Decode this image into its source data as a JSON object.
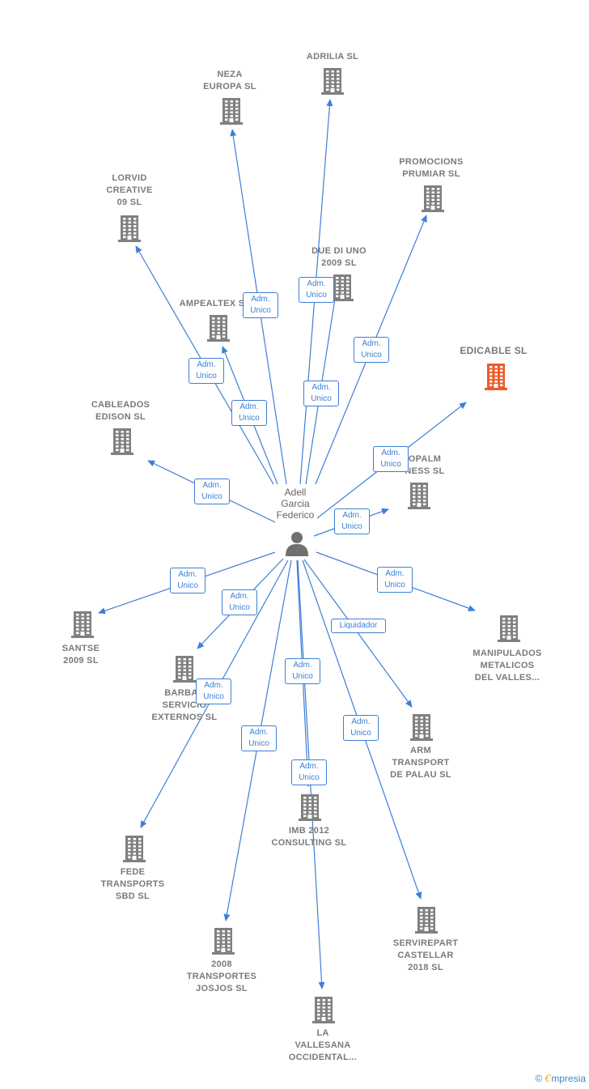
{
  "person": {
    "name": "Adell\nGarcia\nFederico"
  },
  "colors": {
    "edge": "#3c7fd6",
    "building": "#808080",
    "highlight": "#f05a28"
  },
  "companies": [
    {
      "id": "adrilia",
      "label": "ADRILIA SL"
    },
    {
      "id": "neza",
      "label": "NEZA\nEUROPA SL"
    },
    {
      "id": "promocions",
      "label": "PROMOCIONS\nPRUMIAR SL"
    },
    {
      "id": "lorvid",
      "label": "LORVID\nCREATIVE\n09 SL"
    },
    {
      "id": "duediuno",
      "label": "DUE DI UNO\n2009 SL"
    },
    {
      "id": "ampealtex",
      "label": "AMPEALTEX S"
    },
    {
      "id": "edicable",
      "label": "EDICABLE  SL",
      "highlight": true
    },
    {
      "id": "cableados",
      "label": "CABLEADOS\nEDISON SL"
    },
    {
      "id": "opalm",
      "label": "OPALM\nNESS SL"
    },
    {
      "id": "santse",
      "label": "SANTSE\n2009 SL"
    },
    {
      "id": "manipulados",
      "label": "MANIPULADOS\nMETALICOS\nDEL VALLES..."
    },
    {
      "id": "barbara",
      "label": "BARBAR\nSERVICIO\nEXTERNOS SL"
    },
    {
      "id": "arm",
      "label": "ARM\nTRANSPORT\nDE PALAU SL"
    },
    {
      "id": "fede",
      "label": "FEDE\nTRANSPORTS\nSBD  SL"
    },
    {
      "id": "imb",
      "label": "IMB 2012\nCONSULTING SL"
    },
    {
      "id": "servirepart",
      "label": "SERVIREPART\nCASTELLAR\n2018  SL"
    },
    {
      "id": "transportes2008",
      "label": "2008\nTRANSPORTES\nJOSJOS SL"
    },
    {
      "id": "vallesana",
      "label": "LA\nVALLESANA\nOCCIDENTAL..."
    }
  ],
  "relations": [
    {
      "id": "r-adrilia",
      "label": "Adm.\nUnico"
    },
    {
      "id": "r-neza",
      "label": "Adm.\nUnico"
    },
    {
      "id": "r-promocions",
      "label": "Adm.\nUnico"
    },
    {
      "id": "r-lorvid",
      "label": "Adm.\nUnico"
    },
    {
      "id": "r-duediuno",
      "label": "Adm.\nUnico"
    },
    {
      "id": "r-ampealtex",
      "label": "Adm.\nUnico"
    },
    {
      "id": "r-edicable",
      "label": "Adm.\nUnico"
    },
    {
      "id": "r-cableados",
      "label": "Adm.\nUnico"
    },
    {
      "id": "r-opalm",
      "label": "Adm.\nUnico"
    },
    {
      "id": "r-santse",
      "label": "Adm.\nUnico"
    },
    {
      "id": "r-manipulados",
      "label": "Adm.\nUnico"
    },
    {
      "id": "r-barbara",
      "label": "Adm.\nUnico"
    },
    {
      "id": "r-arm",
      "label": "Liquidador"
    },
    {
      "id": "r-fede",
      "label": "Adm.\nUnico"
    },
    {
      "id": "r-imb",
      "label": "Adm.\nUnico"
    },
    {
      "id": "r-servirepart",
      "label": "Adm.\nUnico"
    },
    {
      "id": "r-transportes2008",
      "label": "Adm.\nUnico"
    },
    {
      "id": "r-vallesana",
      "label": "Adm.\nUnico"
    }
  ],
  "footer": {
    "copyright": "©",
    "brand_initial": "€",
    "brand_rest": "mpresia"
  }
}
